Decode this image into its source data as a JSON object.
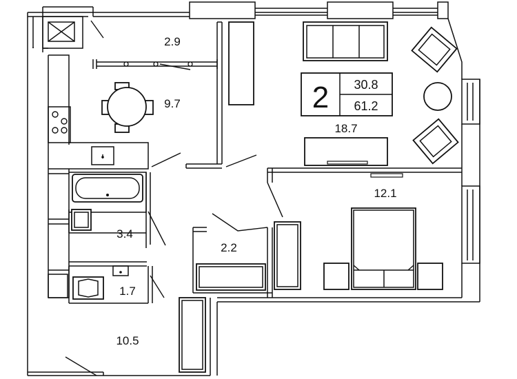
{
  "summary": {
    "rooms_count": "2",
    "living_area": "30.8",
    "total_area": "61.2"
  },
  "rooms": {
    "balcony": "2.9",
    "kitchen": "9.7",
    "living": "18.7",
    "bedroom": "12.1",
    "bathroom": "3.4",
    "closet": "2.2",
    "wc": "1.7",
    "hall": "10.5"
  }
}
